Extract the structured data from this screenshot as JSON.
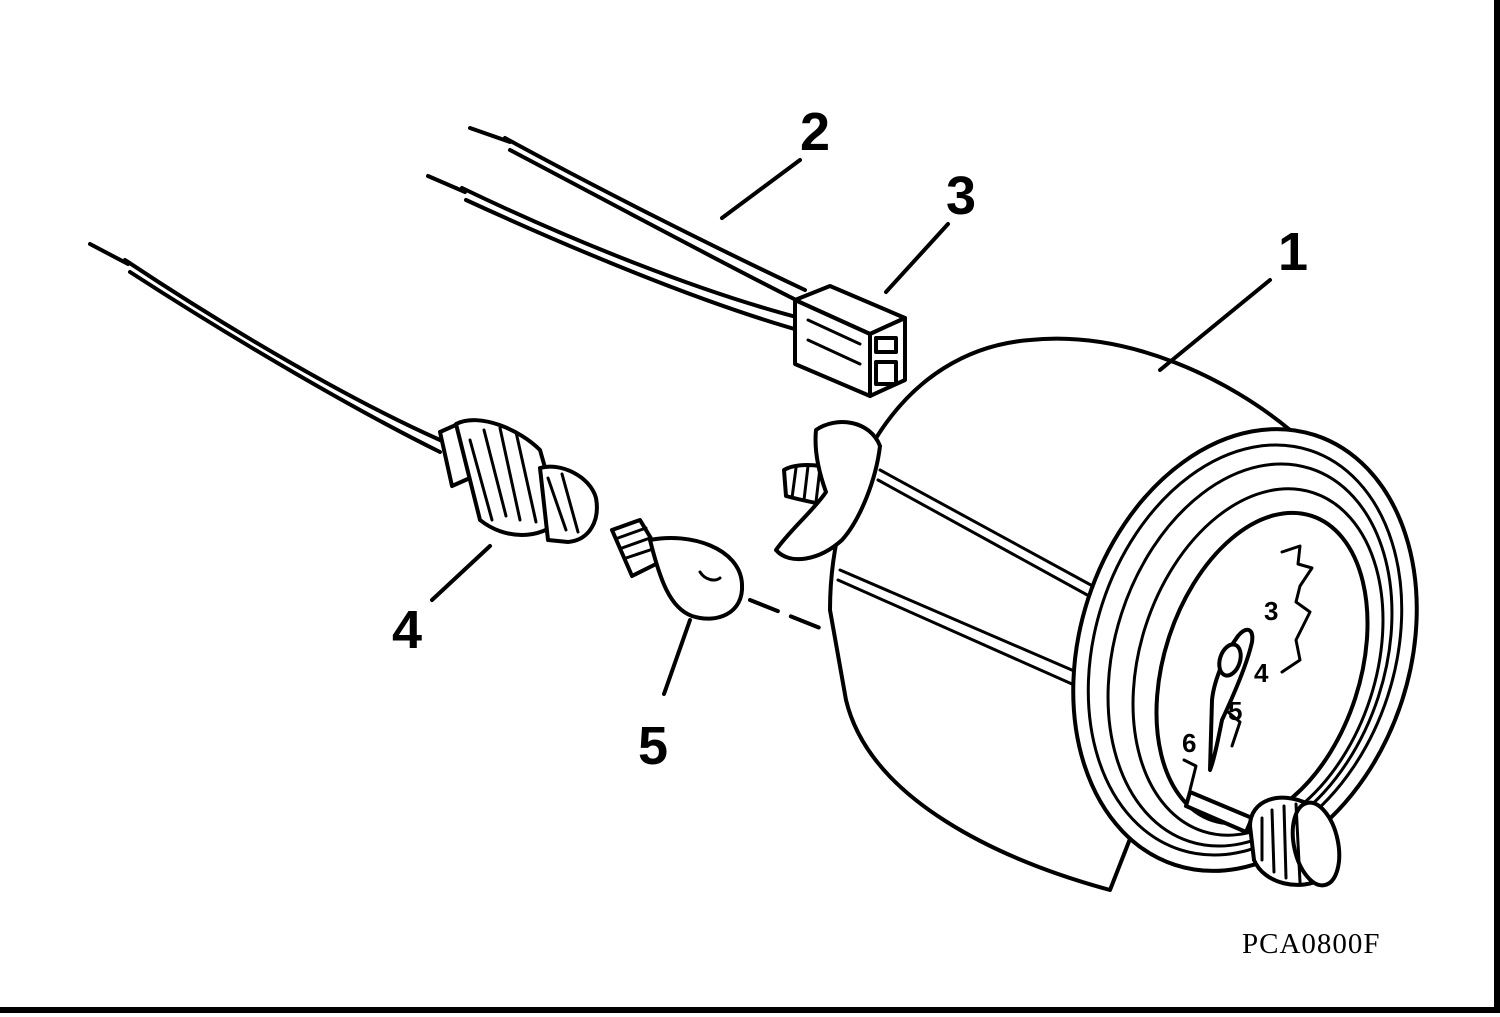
{
  "callouts": [
    {
      "id": "1",
      "label": "1"
    },
    {
      "id": "2",
      "label": "2"
    },
    {
      "id": "3",
      "label": "3"
    },
    {
      "id": "4",
      "label": "4"
    },
    {
      "id": "5",
      "label": "5"
    }
  ],
  "dial_numbers": [
    "3",
    "4",
    "5",
    "6"
  ],
  "figure_code": "PCA0800F"
}
